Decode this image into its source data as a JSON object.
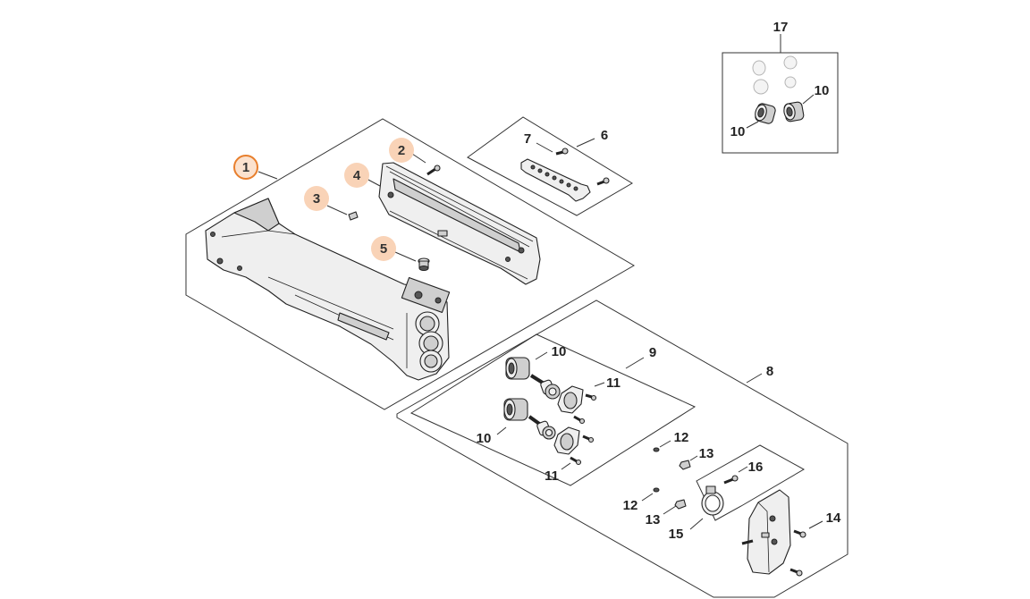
{
  "diagram": {
    "callouts": {
      "c1": "1",
      "c2": "2",
      "c3": "3",
      "c4": "4",
      "c5": "5",
      "c6": "6",
      "c7": "7",
      "c8": "8",
      "c9": "9",
      "c10a": "10",
      "c10b": "10",
      "c10c": "10",
      "c10d": "10",
      "c11a": "11",
      "c11b": "11",
      "c12a": "12",
      "c12b": "12",
      "c13a": "13",
      "c13b": "13",
      "c14": "14",
      "c15": "15",
      "c16": "16",
      "c17": "17"
    },
    "selected_callout": "1",
    "highlighted_callouts": [
      "2",
      "3",
      "4",
      "5"
    ],
    "colors": {
      "selected_ring": "#e87f2d",
      "highlight_fill": "#f9d3b7",
      "line": "#333333"
    }
  }
}
